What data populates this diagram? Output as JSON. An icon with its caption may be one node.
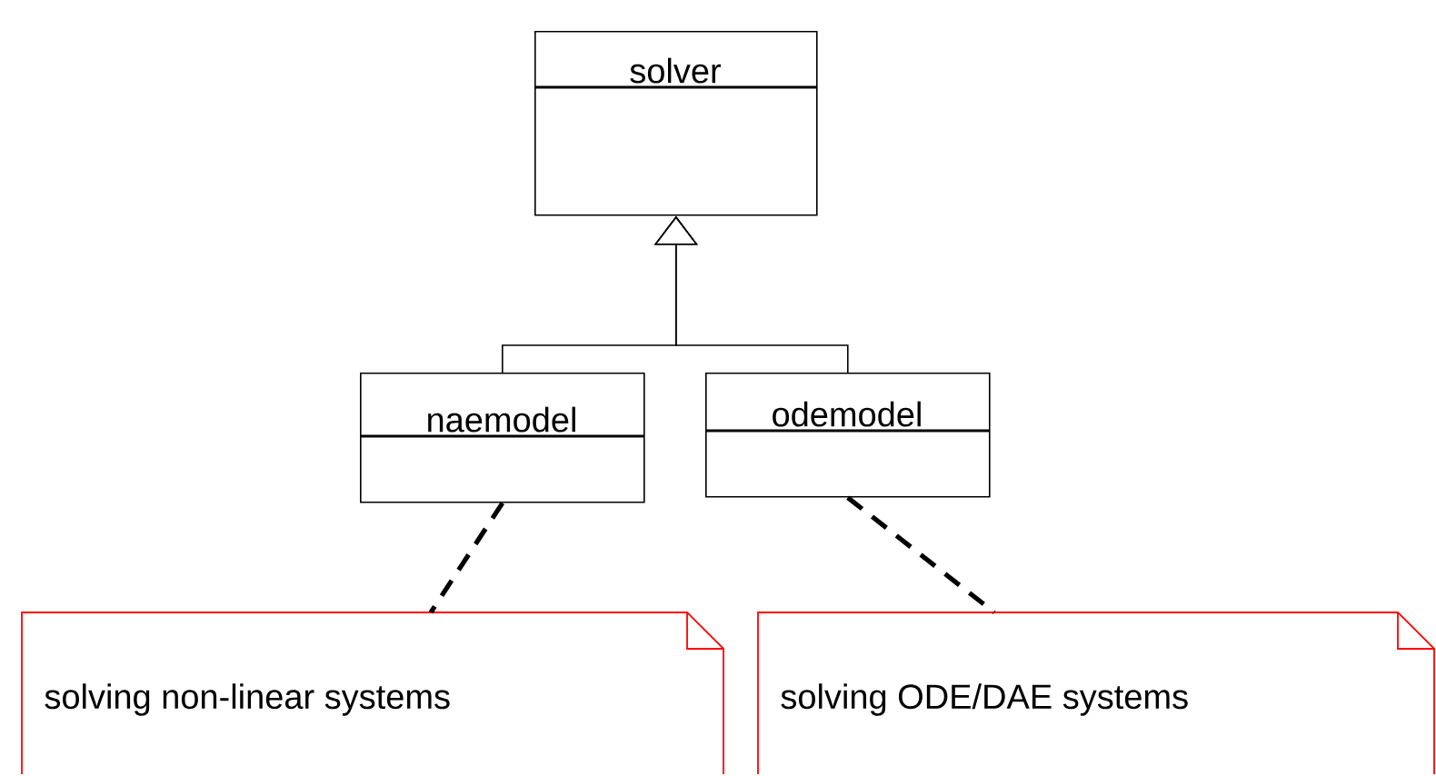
{
  "diagram": {
    "nodes": [
      {
        "text": [
          "solver"
        ]
      },
      {
        "text": [
          "naemodel"
        ]
      },
      {
        "text": [
          "odemodel"
        ]
      },
      {
        "text": [
          "solving non-linear systems"
        ]
      },
      {
        "text": [
          "solving ODE/DAE systems"
        ]
      }
    ],
    "edges": [
      {
        "from": 1,
        "to": 0,
        "arrow": "to"
      },
      {
        "from": 2,
        "to": 0,
        "arrow": "to"
      },
      {
        "from": 1,
        "to": 3,
        "arrow": "none",
        "style": "dashed"
      },
      {
        "from": 2,
        "to": 4,
        "arrow": "none",
        "style": "dashed"
      }
    ]
  }
}
